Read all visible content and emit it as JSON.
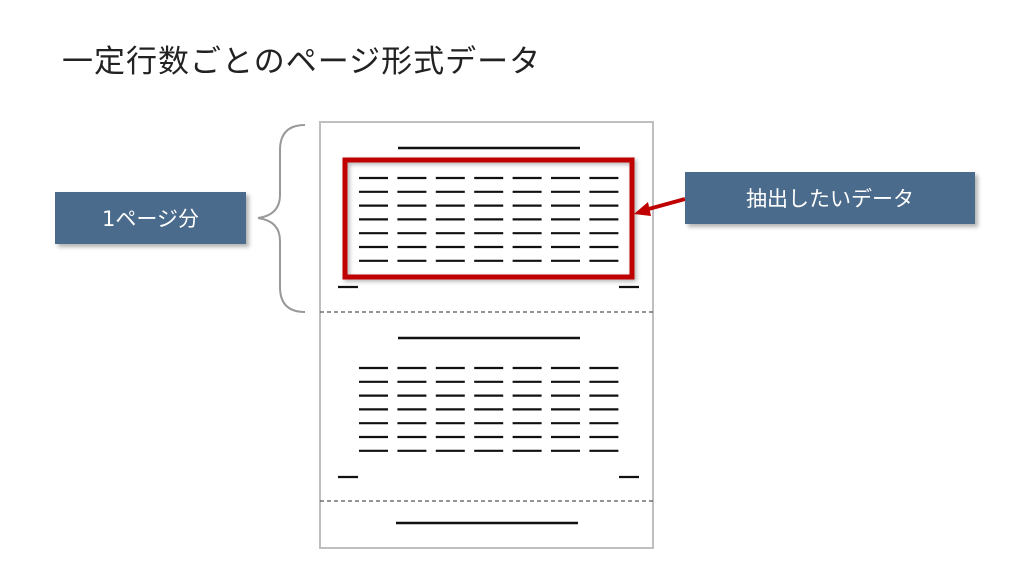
{
  "title": "一定行数ごとのページ形式データ",
  "page_label": "1ページ分",
  "target_label": "抽出したいデータ",
  "colors": {
    "label_bg": "#4a6b8c",
    "highlight": "#c00000"
  },
  "grid": {
    "rows": 7,
    "columns": 7
  },
  "pages_shown": 2.3
}
